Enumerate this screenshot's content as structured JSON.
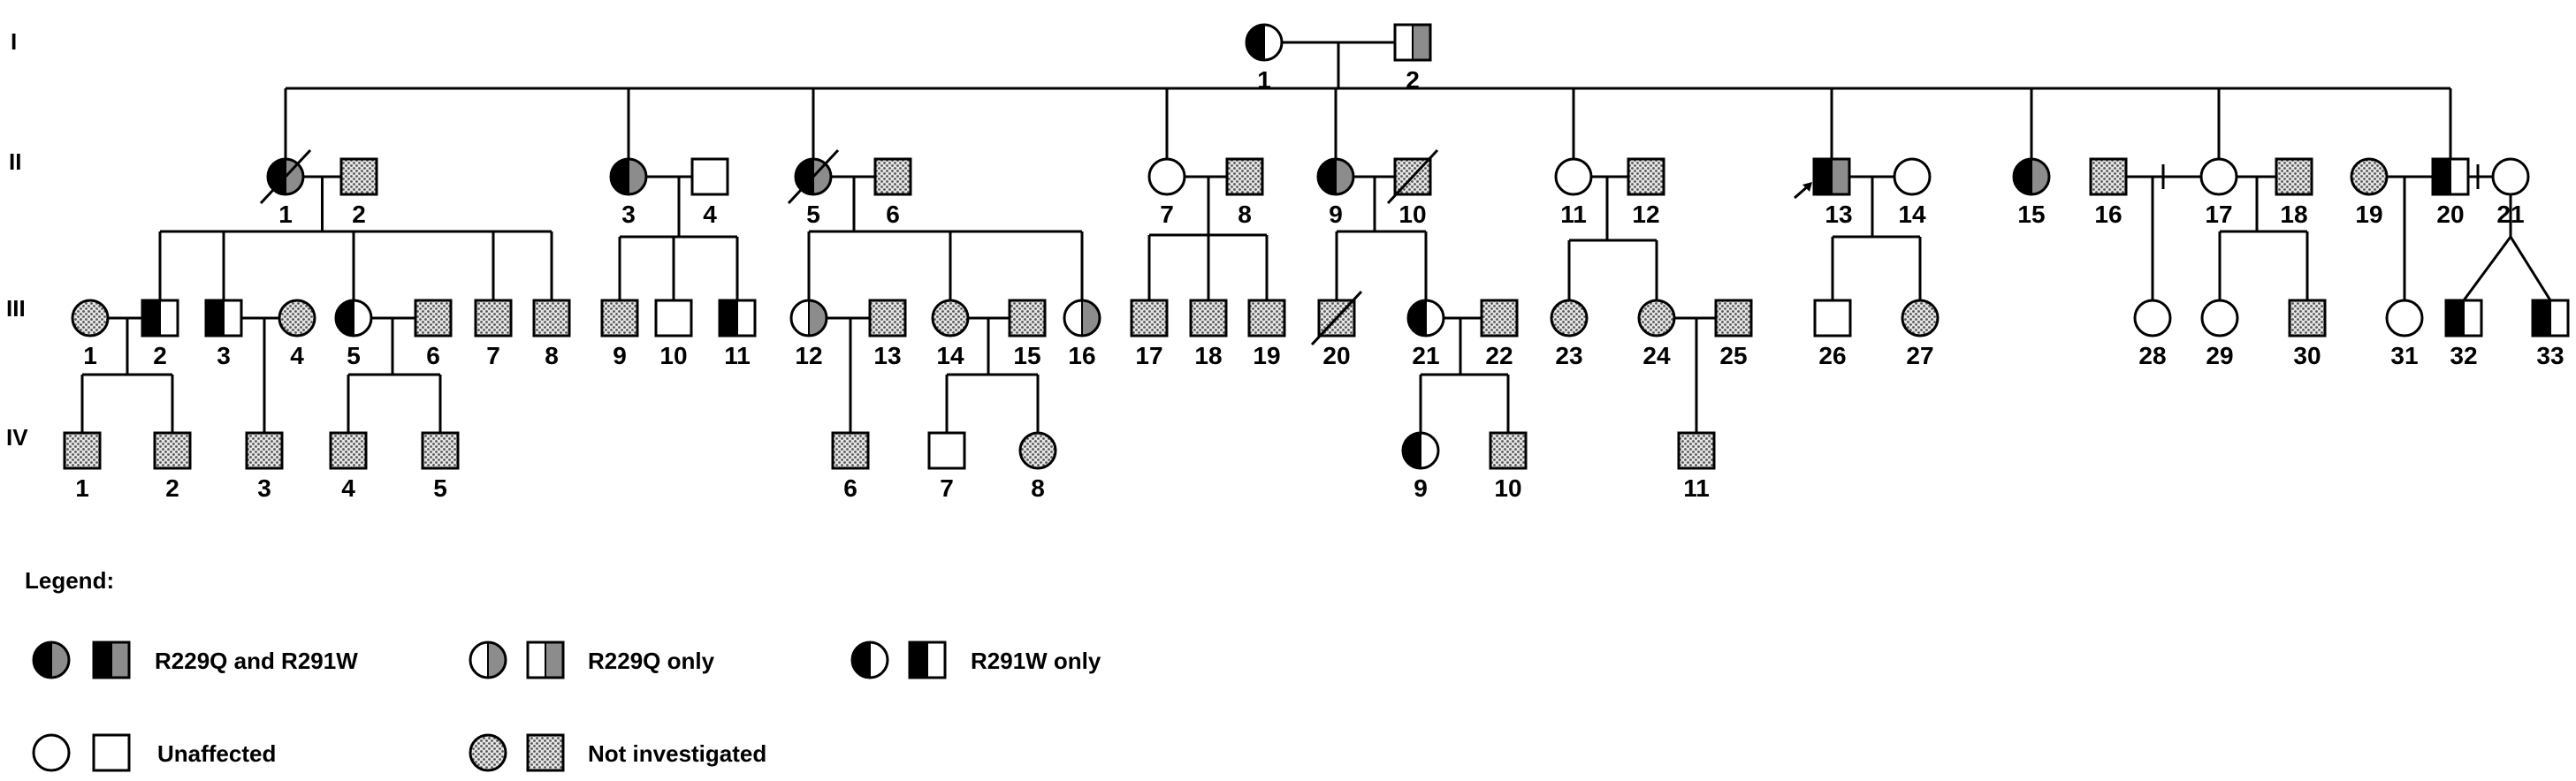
{
  "generations": [
    "I",
    "II",
    "III",
    "IV"
  ],
  "colors": {
    "black": "#000000",
    "grey": "#8c8c8c",
    "stipple_dot": "#555555",
    "stipple_bg": "#e6e6e6"
  },
  "fill_kinds": {
    "both": "left half black, right half grey",
    "r229q": "left half white, right half grey",
    "r291w": "left half black, right half white",
    "none": "white (unaffected)",
    "ni": "stippled (not investigated)"
  },
  "individuals": [
    {
      "id": "I-1",
      "label": "1",
      "sex": "F",
      "status": "r291w"
    },
    {
      "id": "I-2",
      "label": "2",
      "sex": "M",
      "status": "r229q"
    },
    {
      "id": "II-1",
      "label": "1",
      "sex": "F",
      "status": "both",
      "deceased": true
    },
    {
      "id": "II-2",
      "label": "2",
      "sex": "M",
      "status": "ni"
    },
    {
      "id": "II-3",
      "label": "3",
      "sex": "F",
      "status": "both"
    },
    {
      "id": "II-4",
      "label": "4",
      "sex": "M",
      "status": "none"
    },
    {
      "id": "II-5",
      "label": "5",
      "sex": "F",
      "status": "both",
      "deceased": true
    },
    {
      "id": "II-6",
      "label": "6",
      "sex": "M",
      "status": "ni"
    },
    {
      "id": "II-7",
      "label": "7",
      "sex": "F",
      "status": "none"
    },
    {
      "id": "II-8",
      "label": "8",
      "sex": "M",
      "status": "ni"
    },
    {
      "id": "II-9",
      "label": "9",
      "sex": "F",
      "status": "both"
    },
    {
      "id": "II-10",
      "label": "10",
      "sex": "M",
      "status": "ni",
      "deceased": true
    },
    {
      "id": "II-11",
      "label": "11",
      "sex": "F",
      "status": "none"
    },
    {
      "id": "II-12",
      "label": "12",
      "sex": "M",
      "status": "ni"
    },
    {
      "id": "II-13",
      "label": "13",
      "sex": "M",
      "status": "both",
      "proband": true
    },
    {
      "id": "II-14",
      "label": "14",
      "sex": "F",
      "status": "none"
    },
    {
      "id": "II-15",
      "label": "15",
      "sex": "F",
      "status": "both"
    },
    {
      "id": "II-16",
      "label": "16",
      "sex": "M",
      "status": "ni"
    },
    {
      "id": "II-17",
      "label": "17",
      "sex": "F",
      "status": "none"
    },
    {
      "id": "II-18",
      "label": "18",
      "sex": "M",
      "status": "ni"
    },
    {
      "id": "II-19",
      "label": "19",
      "sex": "F",
      "status": "ni"
    },
    {
      "id": "II-20",
      "label": "20",
      "sex": "M",
      "status": "r291w"
    },
    {
      "id": "II-21",
      "label": "21",
      "sex": "F",
      "status": "none"
    },
    {
      "id": "III-1",
      "label": "1",
      "sex": "F",
      "status": "ni"
    },
    {
      "id": "III-2",
      "label": "2",
      "sex": "M",
      "status": "r291w"
    },
    {
      "id": "III-3",
      "label": "3",
      "sex": "M",
      "status": "r291w"
    },
    {
      "id": "III-4",
      "label": "4",
      "sex": "F",
      "status": "ni"
    },
    {
      "id": "III-5",
      "label": "5",
      "sex": "F",
      "status": "r291w"
    },
    {
      "id": "III-6",
      "label": "6",
      "sex": "M",
      "status": "ni"
    },
    {
      "id": "III-7",
      "label": "7",
      "sex": "M",
      "status": "ni"
    },
    {
      "id": "III-8",
      "label": "8",
      "sex": "M",
      "status": "ni"
    },
    {
      "id": "III-9",
      "label": "9",
      "sex": "M",
      "status": "ni"
    },
    {
      "id": "III-10",
      "label": "10",
      "sex": "M",
      "status": "none"
    },
    {
      "id": "III-11",
      "label": "11",
      "sex": "M",
      "status": "r291w"
    },
    {
      "id": "III-12",
      "label": "12",
      "sex": "F",
      "status": "r229q"
    },
    {
      "id": "III-13",
      "label": "13",
      "sex": "M",
      "status": "ni"
    },
    {
      "id": "III-14",
      "label": "14",
      "sex": "F",
      "status": "ni"
    },
    {
      "id": "III-15",
      "label": "15",
      "sex": "M",
      "status": "ni"
    },
    {
      "id": "III-16",
      "label": "16",
      "sex": "F",
      "status": "r229q"
    },
    {
      "id": "III-17",
      "label": "17",
      "sex": "M",
      "status": "ni"
    },
    {
      "id": "III-18",
      "label": "18",
      "sex": "M",
      "status": "ni"
    },
    {
      "id": "III-19",
      "label": "19",
      "sex": "M",
      "status": "ni"
    },
    {
      "id": "III-20",
      "label": "20",
      "sex": "M",
      "status": "ni",
      "deceased": true
    },
    {
      "id": "III-21",
      "label": "21",
      "sex": "F",
      "status": "r291w"
    },
    {
      "id": "III-22",
      "label": "22",
      "sex": "M",
      "status": "ni"
    },
    {
      "id": "III-23",
      "label": "23",
      "sex": "F",
      "status": "ni"
    },
    {
      "id": "III-24",
      "label": "24",
      "sex": "F",
      "status": "ni"
    },
    {
      "id": "III-25",
      "label": "25",
      "sex": "M",
      "status": "ni"
    },
    {
      "id": "III-26",
      "label": "26",
      "sex": "M",
      "status": "none"
    },
    {
      "id": "III-27",
      "label": "27",
      "sex": "F",
      "status": "ni"
    },
    {
      "id": "III-28",
      "label": "28",
      "sex": "F",
      "status": "none"
    },
    {
      "id": "III-29",
      "label": "29",
      "sex": "F",
      "status": "none"
    },
    {
      "id": "III-30",
      "label": "30",
      "sex": "M",
      "status": "ni"
    },
    {
      "id": "III-31",
      "label": "31",
      "sex": "F",
      "status": "none"
    },
    {
      "id": "III-32",
      "label": "32",
      "sex": "M",
      "status": "r291w"
    },
    {
      "id": "III-33",
      "label": "33",
      "sex": "M",
      "status": "r291w"
    },
    {
      "id": "IV-1",
      "label": "1",
      "sex": "M",
      "status": "ni"
    },
    {
      "id": "IV-2",
      "label": "2",
      "sex": "M",
      "status": "ni"
    },
    {
      "id": "IV-3",
      "label": "3",
      "sex": "M",
      "status": "ni"
    },
    {
      "id": "IV-4",
      "label": "4",
      "sex": "M",
      "status": "ni"
    },
    {
      "id": "IV-5",
      "label": "5",
      "sex": "M",
      "status": "ni"
    },
    {
      "id": "IV-6",
      "label": "6",
      "sex": "M",
      "status": "ni"
    },
    {
      "id": "IV-7",
      "label": "7",
      "sex": "M",
      "status": "none"
    },
    {
      "id": "IV-8",
      "label": "8",
      "sex": "F",
      "status": "ni"
    },
    {
      "id": "IV-9",
      "label": "9",
      "sex": "F",
      "status": "r291w"
    },
    {
      "id": "IV-10",
      "label": "10",
      "sex": "M",
      "status": "ni"
    },
    {
      "id": "IV-11",
      "label": "11",
      "sex": "M",
      "status": "ni"
    }
  ],
  "legend": {
    "title": "Legend:",
    "both": "R229Q and R291W",
    "r229q": "R229Q only",
    "r291w": "R291W only",
    "unaffected": "Unaffected",
    "not_investigated": "Not investigated"
  }
}
